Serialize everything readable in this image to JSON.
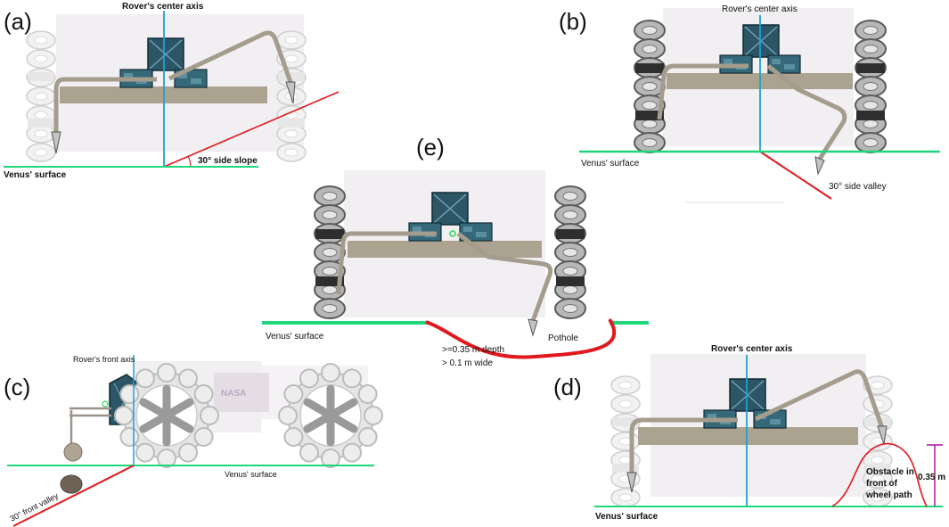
{
  "panels": {
    "a": {
      "letter": "(a)",
      "axis_label": "Rover's center axis",
      "slope_label": "30° side slope",
      "surface_label": "Venus' surface"
    },
    "b": {
      "letter": "(b)",
      "axis_label": "Rover's center axis",
      "surface_label": "Venus' surface",
      "valley_label": "30° side valley"
    },
    "e": {
      "letter": "(e)",
      "surface_label": "Venus' surface",
      "pothole_label": "Pothole",
      "depth_label": ">=0.35 m depth",
      "width_label": "> 0.1 m wide"
    },
    "c": {
      "letter": "(c)",
      "axis_label": "Rover's front axis",
      "surface_label": "Venus' surface",
      "valley_label": "30° front valley",
      "logo_text": "NASA"
    },
    "d": {
      "letter": "(d)",
      "axis_label": "Rover's center axis",
      "surface_label": "Venus' surface",
      "obstacle_line1": "Obstacle in",
      "obstacle_line2": "front of",
      "obstacle_line3": "wheel path",
      "height_label": "0.35 m"
    }
  },
  "colors": {
    "surface": "#1fd67a",
    "axis": "#1ba3d6",
    "hazard": "#e0191f",
    "dimension": "#b0179e",
    "deck": "#aca290",
    "arm": "#a49c8c",
    "box_dark": "#2c5566",
    "body_bg": "#f1eff1",
    "wheel": "#c8c8c8"
  }
}
